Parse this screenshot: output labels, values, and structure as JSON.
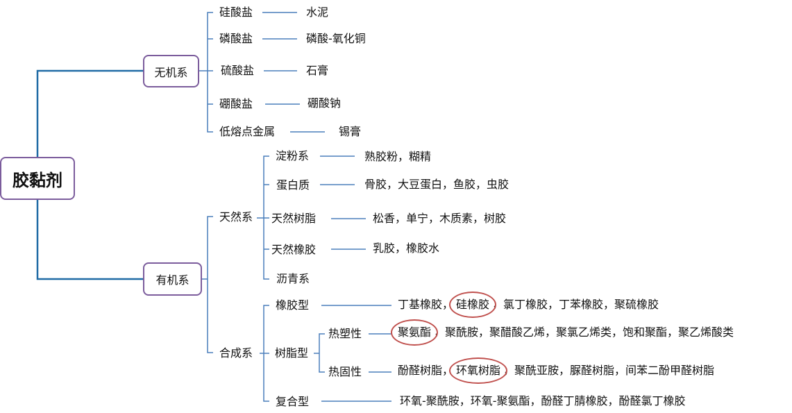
{
  "root": {
    "label": "胶黏剂"
  },
  "inorganic": {
    "label": "无机系",
    "items": [
      {
        "name": "硅酸盐",
        "value": "水泥"
      },
      {
        "name": "磷酸盐",
        "value": "磷酸-氧化铜"
      },
      {
        "name": "硫酸盐",
        "value": "石膏"
      },
      {
        "name": "硼酸盐",
        "value": "硼酸钠"
      },
      {
        "name": "低熔点金属",
        "value": "锡膏"
      }
    ]
  },
  "organic": {
    "label": "有机系",
    "natural": {
      "label": "天然系",
      "items": [
        {
          "name": "淀粉系",
          "value": "熟胶粉，糊精"
        },
        {
          "name": "蛋白质",
          "value": "骨胶，大豆蛋白，鱼胶，虫胶"
        },
        {
          "name": "天然树脂",
          "value": "松香，单宁，木质素，树胶"
        },
        {
          "name": "天然橡胶",
          "value": "乳胶，橡胶水"
        },
        {
          "name": "沥青系",
          "value": ""
        }
      ]
    },
    "synthetic": {
      "label": "合成系",
      "rubber": {
        "label": "橡胶型",
        "pre": "丁基橡胶，",
        "highlight": "硅橡胶",
        "post": "，氯丁橡胶，丁苯橡胶，聚硫橡胶"
      },
      "resin": {
        "label": "树脂型",
        "thermoplastic": {
          "label": "热塑性",
          "highlight": "聚氨酯",
          "post": "，聚酰胺，聚醋酸乙烯，聚氯乙烯类，饱和聚酯，聚乙烯酸类"
        },
        "thermoset": {
          "label": "热固性",
          "pre": "酚醛树脂，",
          "highlight": "环氧树脂",
          "post": "，聚酰亚胺，脲醛树脂，间苯二酚甲醛树脂"
        }
      },
      "composite": {
        "label": "复合型",
        "value": "环氧-聚酰胺，环氧-聚氨酯，酚醛丁腈橡胶，酚醛氯丁橡胶"
      }
    }
  },
  "colors": {
    "tree_line": "#1f6aa5",
    "connector": "#4a7ebb",
    "box_border": "#7b5c9c",
    "highlight": "#c0504d"
  }
}
